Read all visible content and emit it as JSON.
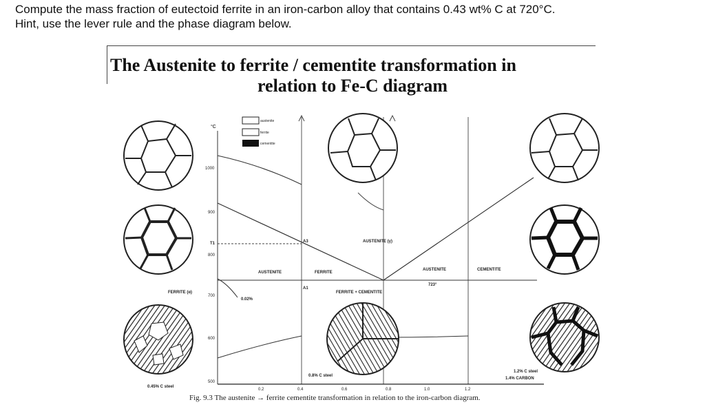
{
  "question": {
    "line1": "Compute the mass fraction of eutectoid ferrite in an iron-carbon alloy that contains 0.43 wt% C at 720°C.",
    "line2": "Hint, use the lever rule and the phase diagram below."
  },
  "heading": {
    "line1": "The Austenite to ferrite / cementite transformation in",
    "line2": "relation to Fe-C diagram"
  },
  "diagram": {
    "axis_unit": "°C",
    "temps": [
      "1000",
      "900",
      "800",
      "700",
      "600",
      "500"
    ],
    "legend": [
      "austenite",
      "ferrite",
      "cementite"
    ],
    "x_ticks": [
      "0.2",
      "0.4",
      "0.6",
      "0.8",
      "1.0",
      "1.2"
    ],
    "labels": {
      "austenite_gamma": "AUSTENITE (γ)",
      "austenite_left": "AUSTENITE",
      "ferrite_mid": "FERRITE",
      "austenite_right": "AUSTENITE",
      "cementite_right": "CEMENTITE",
      "ferrite_pearlite": "FERRITE + CEMENTITE",
      "ferrite_alpha": "FERRITE (α)",
      "carbon_left": "0.02%",
      "steel_045": "0.45% C steel",
      "steel_08": "0.8% C steel",
      "steel_12": "1.2% C steel",
      "carbon_axis": "1.4% CARBON",
      "t723": "723°",
      "t1": "T1",
      "a3": "A3",
      "a1": "A1"
    }
  },
  "caption": "Fig. 9.3 The austenite → ferrite cementite transformation in relation to the iron-carbon diagram."
}
